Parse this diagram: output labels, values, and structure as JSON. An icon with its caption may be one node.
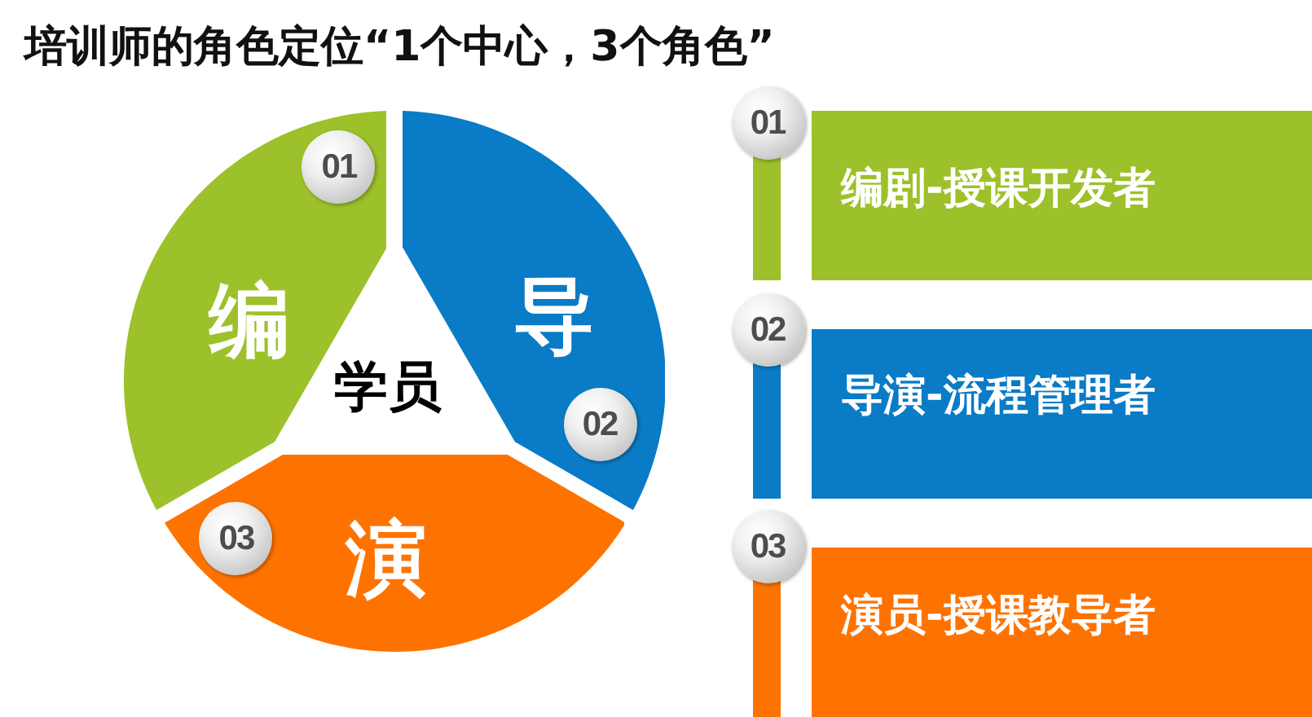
{
  "diagram": {
    "title": "培训师的角色定位“1个中心，3个角色”",
    "nodes": [
      {
        "text": [
          "编"
        ]
      },
      {
        "text": [
          "01"
        ],
        "in": 0
      },
      {
        "text": [
          "导"
        ]
      },
      {
        "text": [
          "02"
        ],
        "in": 2
      },
      {
        "text": [
          "演"
        ]
      },
      {
        "text": [
          "03"
        ],
        "in": 4
      },
      {
        "text": [
          "01"
        ]
      },
      {
        "text": [
          "编剧-授课开发者"
        ]
      },
      {
        "text": [
          "02"
        ]
      },
      {
        "text": [
          "导演-流程管理者"
        ]
      },
      {
        "text": [
          "03"
        ]
      },
      {
        "text": [
          "演员-授课教导者"
        ]
      }
    ],
    "labels": [
      "学员"
    ]
  }
}
